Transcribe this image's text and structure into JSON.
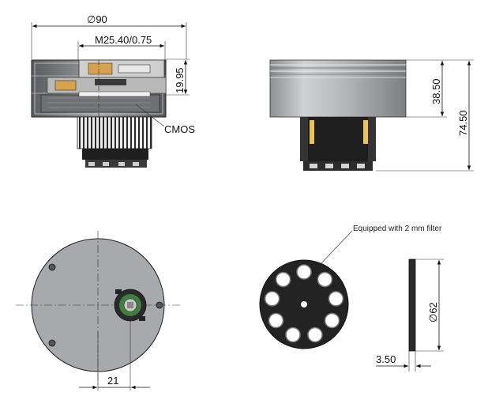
{
  "views": {
    "section": {
      "dim_diameter": "∅90",
      "dim_thread": "M25.40/0.75",
      "dim_height": "19.95",
      "label_sensor": "CMOS"
    },
    "side": {
      "dim_body_height": "38.50",
      "dim_total_height": "74.50"
    },
    "rear": {
      "dim_offset": "21"
    },
    "filter_wheel": {
      "note": "Equipped with 2 mm filter",
      "dim_diameter": "∅62",
      "dim_thickness": "3.50"
    }
  },
  "colors": {
    "housing": "#a7a9ac",
    "dark": "#1e1e1e",
    "wheel": "#222222",
    "lens_green": "#3f7f3f"
  }
}
